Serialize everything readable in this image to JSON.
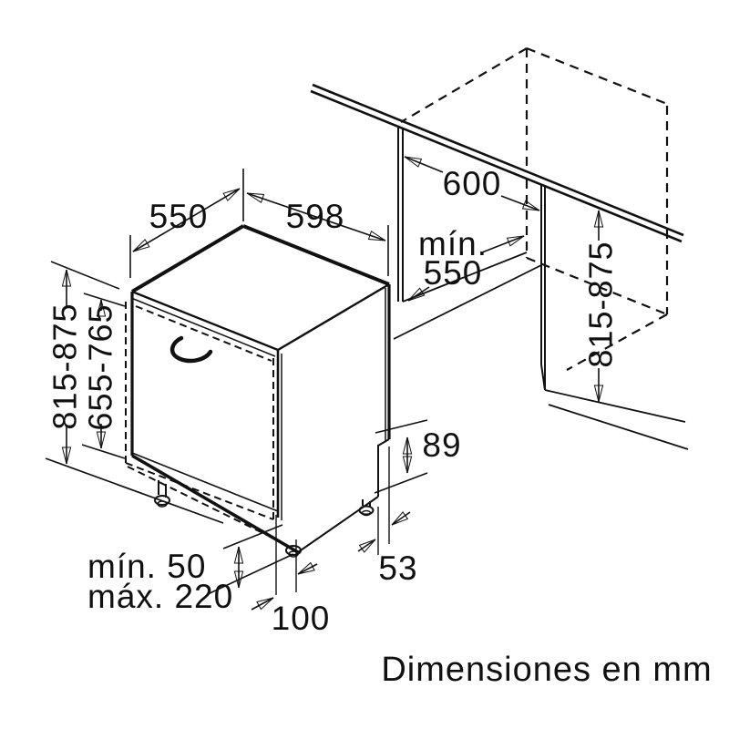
{
  "diagram": {
    "caption": "Dimensiones en mm",
    "labels": {
      "depth_550": "550",
      "width_598": "598",
      "niche_width_600": "600",
      "niche_depth_min_l1": "mín.",
      "niche_depth_min_l2": "550",
      "appliance_height": "815-875",
      "niche_height": "815-875",
      "door_panel_height": "655-765",
      "base_height_89": "89",
      "rear_gap_53": "53",
      "front_gap_100": "100",
      "foot_min": "mín. 50",
      "foot_max": "máx. 220"
    },
    "colors": {
      "line": "#111111",
      "background": "#ffffff"
    }
  }
}
